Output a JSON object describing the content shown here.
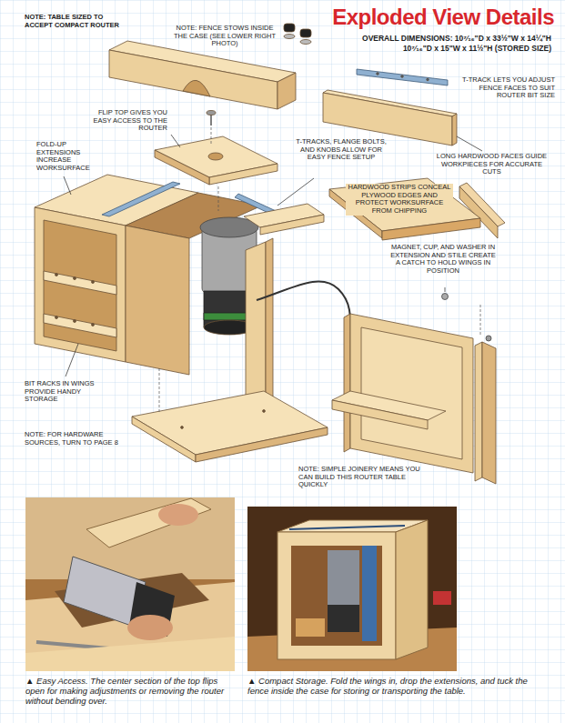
{
  "diagram": {
    "title": "Exploded View Details",
    "labels": [
      "NOTE: TABLE SIZED TO ACCEPT COMPACT ROUTER",
      "NOTE: FENCE STOWS INSIDE THE CASE (SEE LOWER RIGHT PHOTO)",
      "OVERALL DIMENSIONS: 10⁷⁄₁₆\"D x 33½\"W x 14¼\"H",
      "10⁷⁄₁₆\"D x 15\"W x 11½\"H (STORED SIZE)",
      "T-TRACK LETS YOU ADJUST FENCE FACES TO SUIT ROUTER BIT SIZE",
      "FLIP TOP GIVES YOU EASY ACCESS TO THE ROUTER",
      "FOLD-UP EXTENSIONS INCREASE WORKSURFACE",
      "T-TRACKS, FLANGE BOLTS, AND KNOBS ALLOW FOR EASY FENCE SETUP",
      "LONG HARDWOOD FACES GUIDE WORKPIECES FOR ACCURATE CUTS",
      "HARDWOOD STRIPS CONCEAL PLYWOOD EDGES AND PROTECT WORKSURFACE FROM CHIPPING",
      "MAGNET, CUP, AND WASHER IN EXTENSION AND STILE CREATE A CATCH TO HOLD WINGS IN POSITION",
      "BIT RACKS IN WINGS PROVIDE HANDY STORAGE",
      "NOTE: FOR HARDWARE SOURCES, TURN TO PAGE 8",
      "NOTE: SIMPLE JOINERY MEANS YOU CAN BUILD THIS ROUTER TABLE QUICKLY",
      "▲ Easy Access. The center section of the top flips open for making adjustments or removing the router without bending over.",
      "▲ Compact Storage. Fold the wings in, drop the extensions, and tuck the fence inside the case for storing or transporting the table."
    ]
  }
}
